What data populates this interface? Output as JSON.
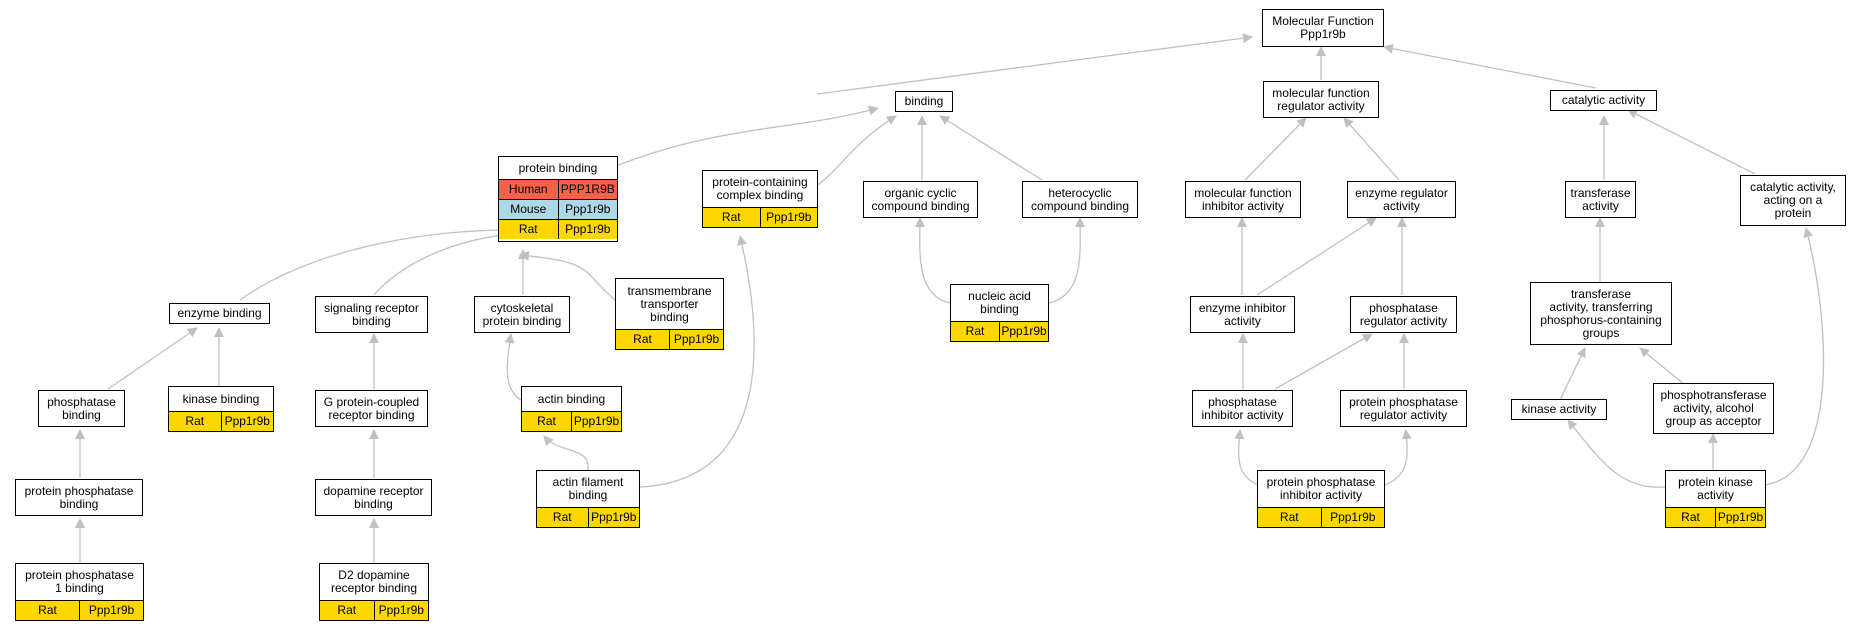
{
  "colors": {
    "rat": "#ffd700",
    "mouse": "#add8e6",
    "human": "#f9604a",
    "edge": "#c0c0c0",
    "border": "#000000"
  },
  "nodes": {
    "root": {
      "label": "Molecular Function\nPpp1r9b"
    },
    "binding": {
      "label": "binding"
    },
    "mfra": {
      "label": "molecular function\nregulator activity"
    },
    "catalytic": {
      "label": "catalytic activity"
    },
    "protein_binding": {
      "label": "protein binding",
      "rows": [
        {
          "species": "Human",
          "gene": "PPP1R9B"
        },
        {
          "species": "Mouse",
          "gene": "Ppp1r9b"
        },
        {
          "species": "Rat",
          "gene": "Ppp1r9b"
        }
      ]
    },
    "pccb": {
      "label": "protein-containing\ncomplex binding",
      "rows": [
        {
          "species": "Rat",
          "gene": "Ppp1r9b"
        }
      ]
    },
    "organic": {
      "label": "organic cyclic\ncompound binding"
    },
    "hetero": {
      "label": "heterocyclic\ncompound binding"
    },
    "mfia": {
      "label": "molecular function\ninhibitor activity"
    },
    "era": {
      "label": "enzyme regulator\nactivity"
    },
    "transferase": {
      "label": "transferase\nactivity"
    },
    "cat_protein": {
      "label": "catalytic activity,\nacting on a\nprotein"
    },
    "enzyme_binding": {
      "label": "enzyme binding"
    },
    "srb": {
      "label": "signaling receptor\nbinding"
    },
    "cytoskeletal": {
      "label": "cytoskeletal\nprotein binding"
    },
    "tmtb": {
      "label": "transmembrane\ntransporter\nbinding",
      "rows": [
        {
          "species": "Rat",
          "gene": "Ppp1r9b"
        }
      ]
    },
    "nab": {
      "label": "nucleic acid\nbinding",
      "rows": [
        {
          "species": "Rat",
          "gene": "Ppp1r9b"
        }
      ]
    },
    "eia": {
      "label": "enzyme inhibitor\nactivity"
    },
    "pra": {
      "label": "phosphatase\nregulator activity"
    },
    "tapg": {
      "label": "transferase\nactivity, transferring\nphosphorus-containing\ngroups"
    },
    "phos_binding": {
      "label": "phosphatase\nbinding"
    },
    "kinase_binding": {
      "label": "kinase binding",
      "rows": [
        {
          "species": "Rat",
          "gene": "Ppp1r9b"
        }
      ]
    },
    "gpcr": {
      "label": "G protein-coupled\nreceptor binding"
    },
    "actin_binding": {
      "label": "actin binding",
      "rows": [
        {
          "species": "Rat",
          "gene": "Ppp1r9b"
        }
      ]
    },
    "pia": {
      "label": "phosphatase\ninhibitor activity"
    },
    "ppra": {
      "label": "protein phosphatase\nregulator activity"
    },
    "kinase_activity": {
      "label": "kinase activity"
    },
    "ptaa": {
      "label": "phosphotransferase\nactivity, alcohol\ngroup as acceptor"
    },
    "ppb": {
      "label": "protein phosphatase\nbinding"
    },
    "drb": {
      "label": "dopamine receptor\nbinding"
    },
    "afb": {
      "label": "actin filament\nbinding",
      "rows": [
        {
          "species": "Rat",
          "gene": "Ppp1r9b"
        }
      ]
    },
    "ppia": {
      "label": "protein phosphatase\ninhibitor activity",
      "rows": [
        {
          "species": "Rat",
          "gene": "Ppp1r9b"
        }
      ]
    },
    "pka": {
      "label": "protein kinase\nactivity",
      "rows": [
        {
          "species": "Rat",
          "gene": "Ppp1r9b"
        }
      ]
    },
    "pp1b": {
      "label": "protein phosphatase\n1 binding",
      "rows": [
        {
          "species": "Rat",
          "gene": "Ppp1r9b"
        }
      ]
    },
    "d2": {
      "label": "D2 dopamine\nreceptor binding",
      "rows": [
        {
          "species": "Rat",
          "gene": "Ppp1r9b"
        }
      ]
    }
  }
}
